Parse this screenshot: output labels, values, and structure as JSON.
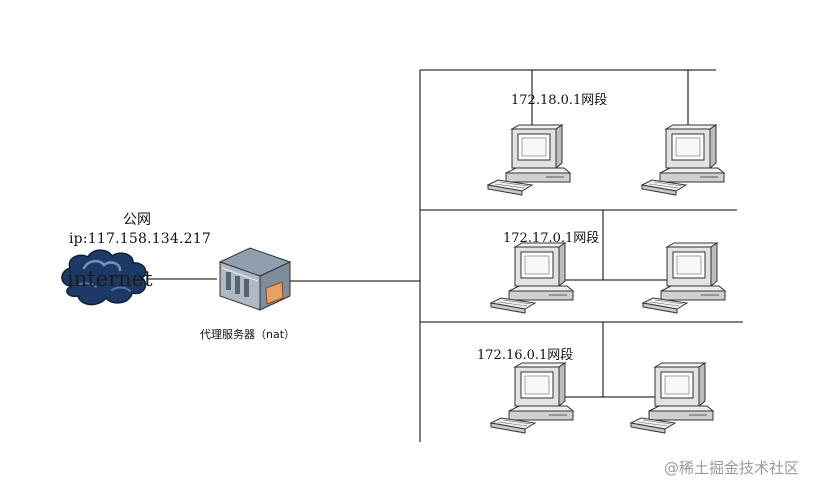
{
  "internet": {
    "title": "公网",
    "ip": "ip:117.158.134.217",
    "cloud_label": "internet",
    "icon": "cloud-icon"
  },
  "proxy": {
    "label": "代理服务器（nat）",
    "icon": "server-icon"
  },
  "segments": [
    {
      "label": "172.18.0.1网段",
      "hosts": 2
    },
    {
      "label": "172.17.0.1网段",
      "hosts": 2
    },
    {
      "label": "172.16.0.1网段",
      "hosts": 2
    }
  ],
  "watermark": "@稀土掘金技术社区",
  "colors": {
    "line": "#000000",
    "cloud": "#1d3a66",
    "cloud_highlight": "#4d73aa",
    "monitor": "#d6d6d6",
    "server_top": "#8f9fae",
    "server_front": "#aeb9c4",
    "server_badge": "#e6a06a"
  }
}
